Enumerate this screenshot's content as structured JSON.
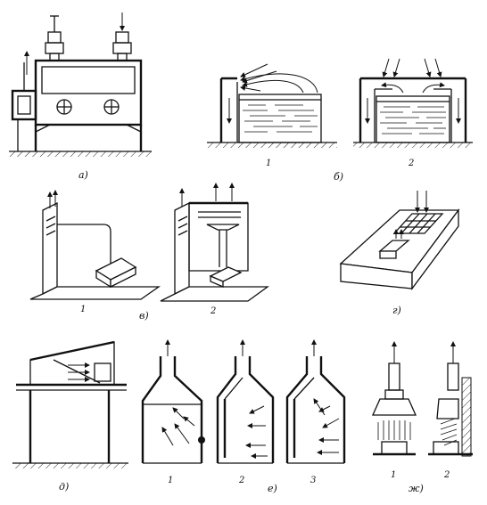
{
  "panels": {
    "a": {
      "label": "а)"
    },
    "b": {
      "label": "б)",
      "sub1": "1",
      "sub2": "2"
    },
    "v": {
      "label": "в)",
      "sub1": "1",
      "sub2": "2"
    },
    "g": {
      "label": "г)"
    },
    "d": {
      "label": "д)"
    },
    "e": {
      "label": "е)",
      "sub1": "1",
      "sub2": "2",
      "sub3": "3"
    },
    "zh": {
      "label": "ж)",
      "sub1": "1",
      "sub2": "2"
    }
  },
  "colors": {
    "ink": "#111111",
    "paper": "#ffffff"
  }
}
